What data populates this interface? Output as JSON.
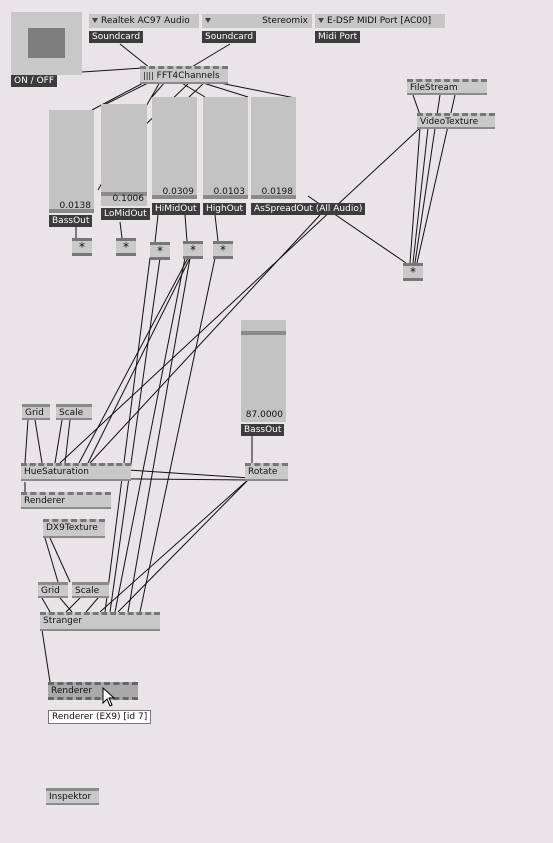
{
  "toggle": {
    "label": "ON / OFF"
  },
  "device_row": [
    {
      "value": "Realtek AC97 Audio",
      "label": "Soundcard"
    },
    {
      "value": "Stereomix",
      "label": "Soundcard"
    },
    {
      "value": "E-DSP MIDI Port [AC00]",
      "label": "Midi Port"
    }
  ],
  "fft_node": {
    "label": "FFT4Channels",
    "icon": "bars-icon"
  },
  "spectrum_sliders": [
    {
      "value": "0.0138",
      "label": "BassOut",
      "fill": 0.0138
    },
    {
      "value": "0.1006",
      "label": "LoMidOut",
      "fill": 0.1006
    },
    {
      "value": "0.0309",
      "label": "HiMidOut",
      "fill": 0.0309
    },
    {
      "value": "0.0103",
      "label": "HighOut",
      "fill": 0.0103
    },
    {
      "value": "0.0198",
      "label": "AsSpreadOut (All Audio)",
      "fill": 0.0198
    }
  ],
  "multiply_symbol": "*",
  "filestream": {
    "label": "FileStream"
  },
  "videotexture": {
    "label": "VideoTexture"
  },
  "bass_slider": {
    "value": "87.0000",
    "label": "BassOut",
    "fill": 0.87
  },
  "nodes": {
    "grid1": "Grid",
    "scale1": "Scale",
    "hue": "HueSaturation",
    "renderer1": "Renderer",
    "rotate": "Rotate",
    "dx9texture": "DX9Texture",
    "grid2": "Grid",
    "scale2": "Scale",
    "stranger": "Stranger",
    "renderer2": "Renderer",
    "inspektor": "Inspektor"
  },
  "tooltip": "Renderer (EX9) [id 7]"
}
